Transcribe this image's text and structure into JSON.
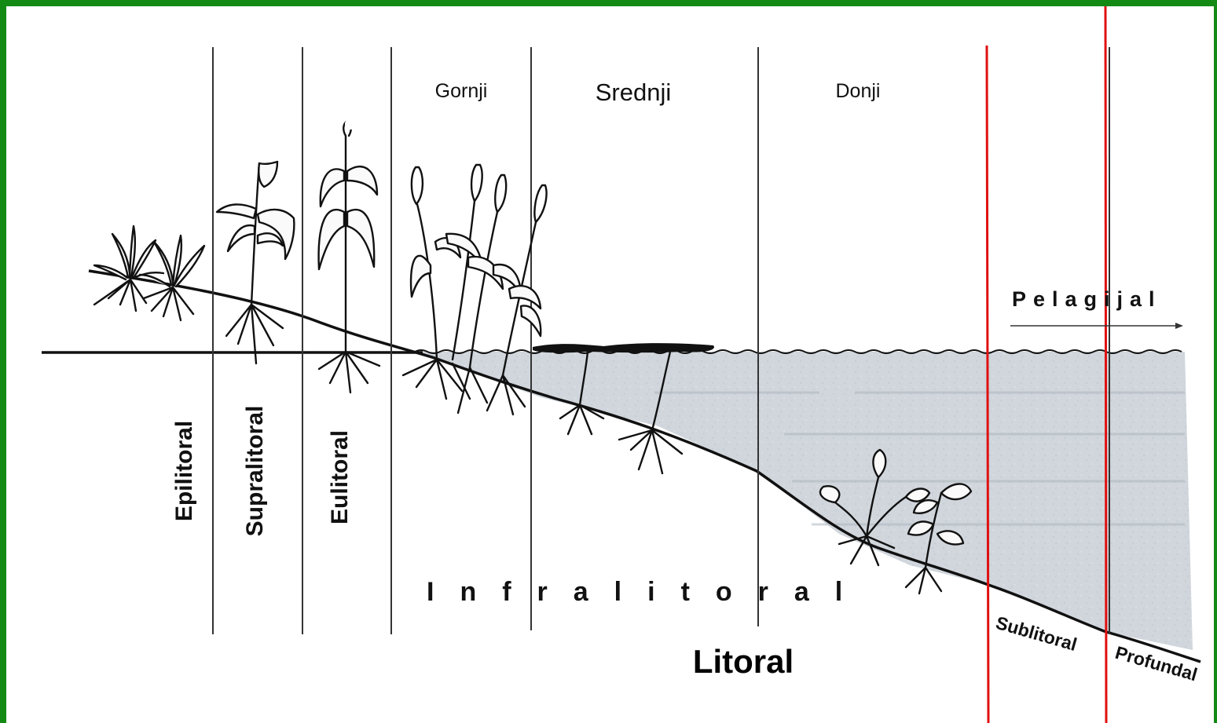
{
  "zone_labels": {
    "epilitoral": "Epilitoral",
    "supralitoral": "Supralitoral",
    "eulitoral": "Eulitoral",
    "gornji": "Gornji",
    "srednji": "Srednji",
    "donji": "Donji",
    "infralitoral": "Infralitoral",
    "litoral": "Litoral",
    "sublitoral": "Sublitoral",
    "profundal": "Profundal",
    "pelagijal": "Pelagijal"
  },
  "colors": {
    "frame": "#138a13",
    "divider_red": "#e01010",
    "water": "#c9d1d8",
    "ink": "#111111"
  }
}
